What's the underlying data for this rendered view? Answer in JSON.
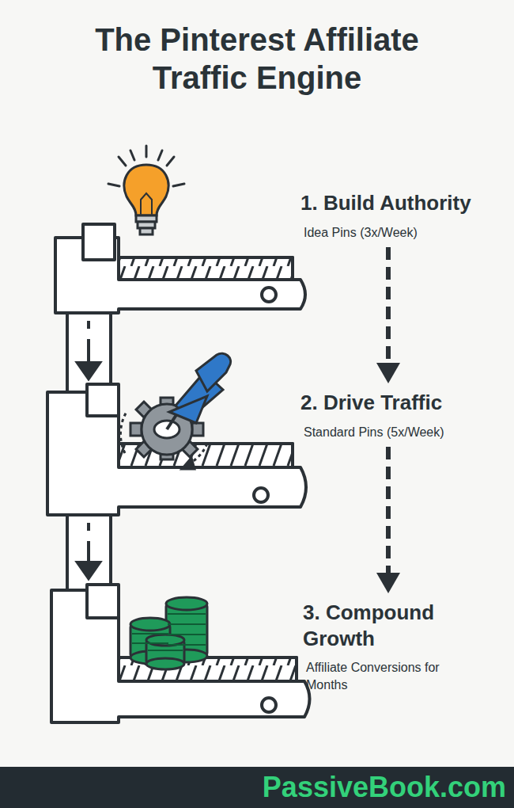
{
  "diagram": {
    "title": "The Pinterest Affiliate Traffic Engine",
    "nodes": [
      {
        "text": [
          "1. Build Authority",
          "Idea Pins (3x/Week)"
        ]
      },
      {
        "text": [
          "2. Drive Traffic",
          "Standard Pins (5x/Week)"
        ]
      },
      {
        "text": [
          "3. Compound Growth",
          "Affiliate Conversions for Months"
        ]
      },
      {
        "text": [
          "PassiveBook.com"
        ]
      }
    ],
    "edges": [
      {
        "from": 0,
        "to": 1,
        "arrow": "to"
      },
      {
        "from": 1,
        "to": 2,
        "arrow": "to"
      }
    ]
  }
}
